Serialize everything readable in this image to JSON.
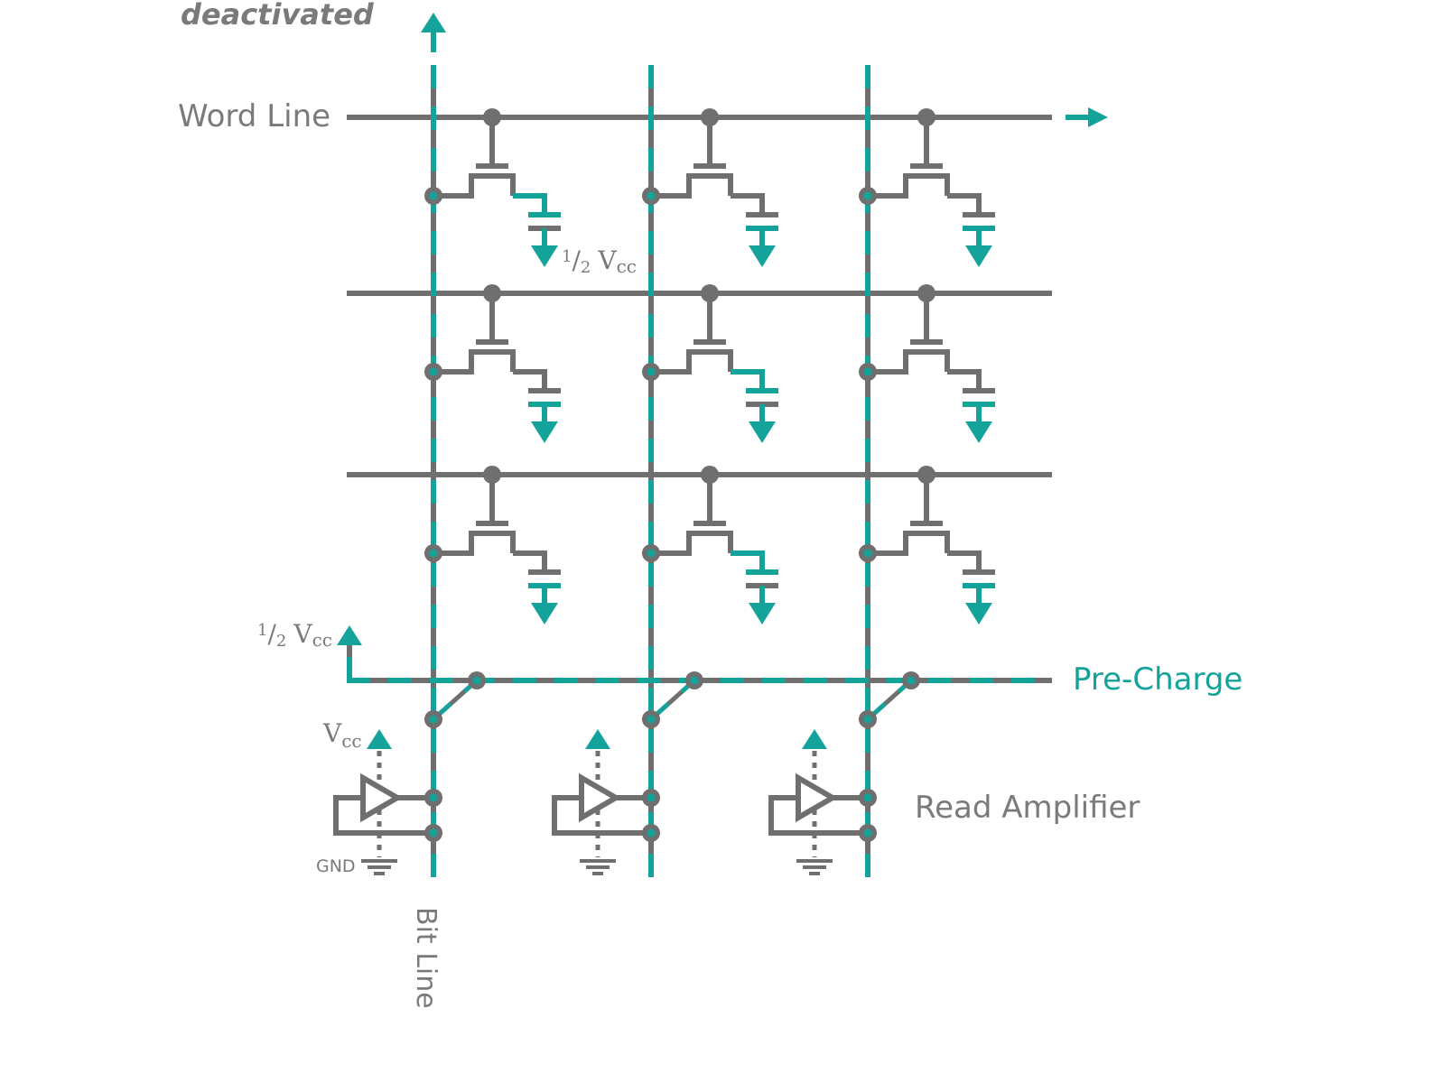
{
  "title": "deactivated",
  "labels": {
    "word_line": "Word Line",
    "bit_line": "Bit Line",
    "pre_charge": "Pre-Charge",
    "read_amplifier": "Read Amplifier",
    "half_vcc_cell": {
      "num": "1",
      "slash": "/",
      "den": "2",
      "v": "V",
      "sub": "cc"
    },
    "half_vcc_precharge": {
      "num": "1",
      "slash": "/",
      "den": "2",
      "v": "V",
      "sub": "cc"
    },
    "vcc_amp": {
      "v": "V",
      "sub": "cc"
    },
    "gnd": "GND"
  },
  "grid": {
    "rows": 3,
    "columns": 3,
    "charged_cells": [
      [
        0,
        0
      ],
      [
        1,
        1
      ],
      [
        2,
        1
      ]
    ]
  },
  "colors": {
    "active": "#13a39a",
    "inactive": "#6f6f6f",
    "label": "#7a7a7a"
  },
  "icons": {
    "bit_line_arrow": "arrow-up-icon",
    "word_line_arrow": "arrow-right-icon",
    "ground_arrow": "arrow-down-icon",
    "amplifier": "triangle-amplifier-icon",
    "ground": "ground-symbol-icon"
  }
}
